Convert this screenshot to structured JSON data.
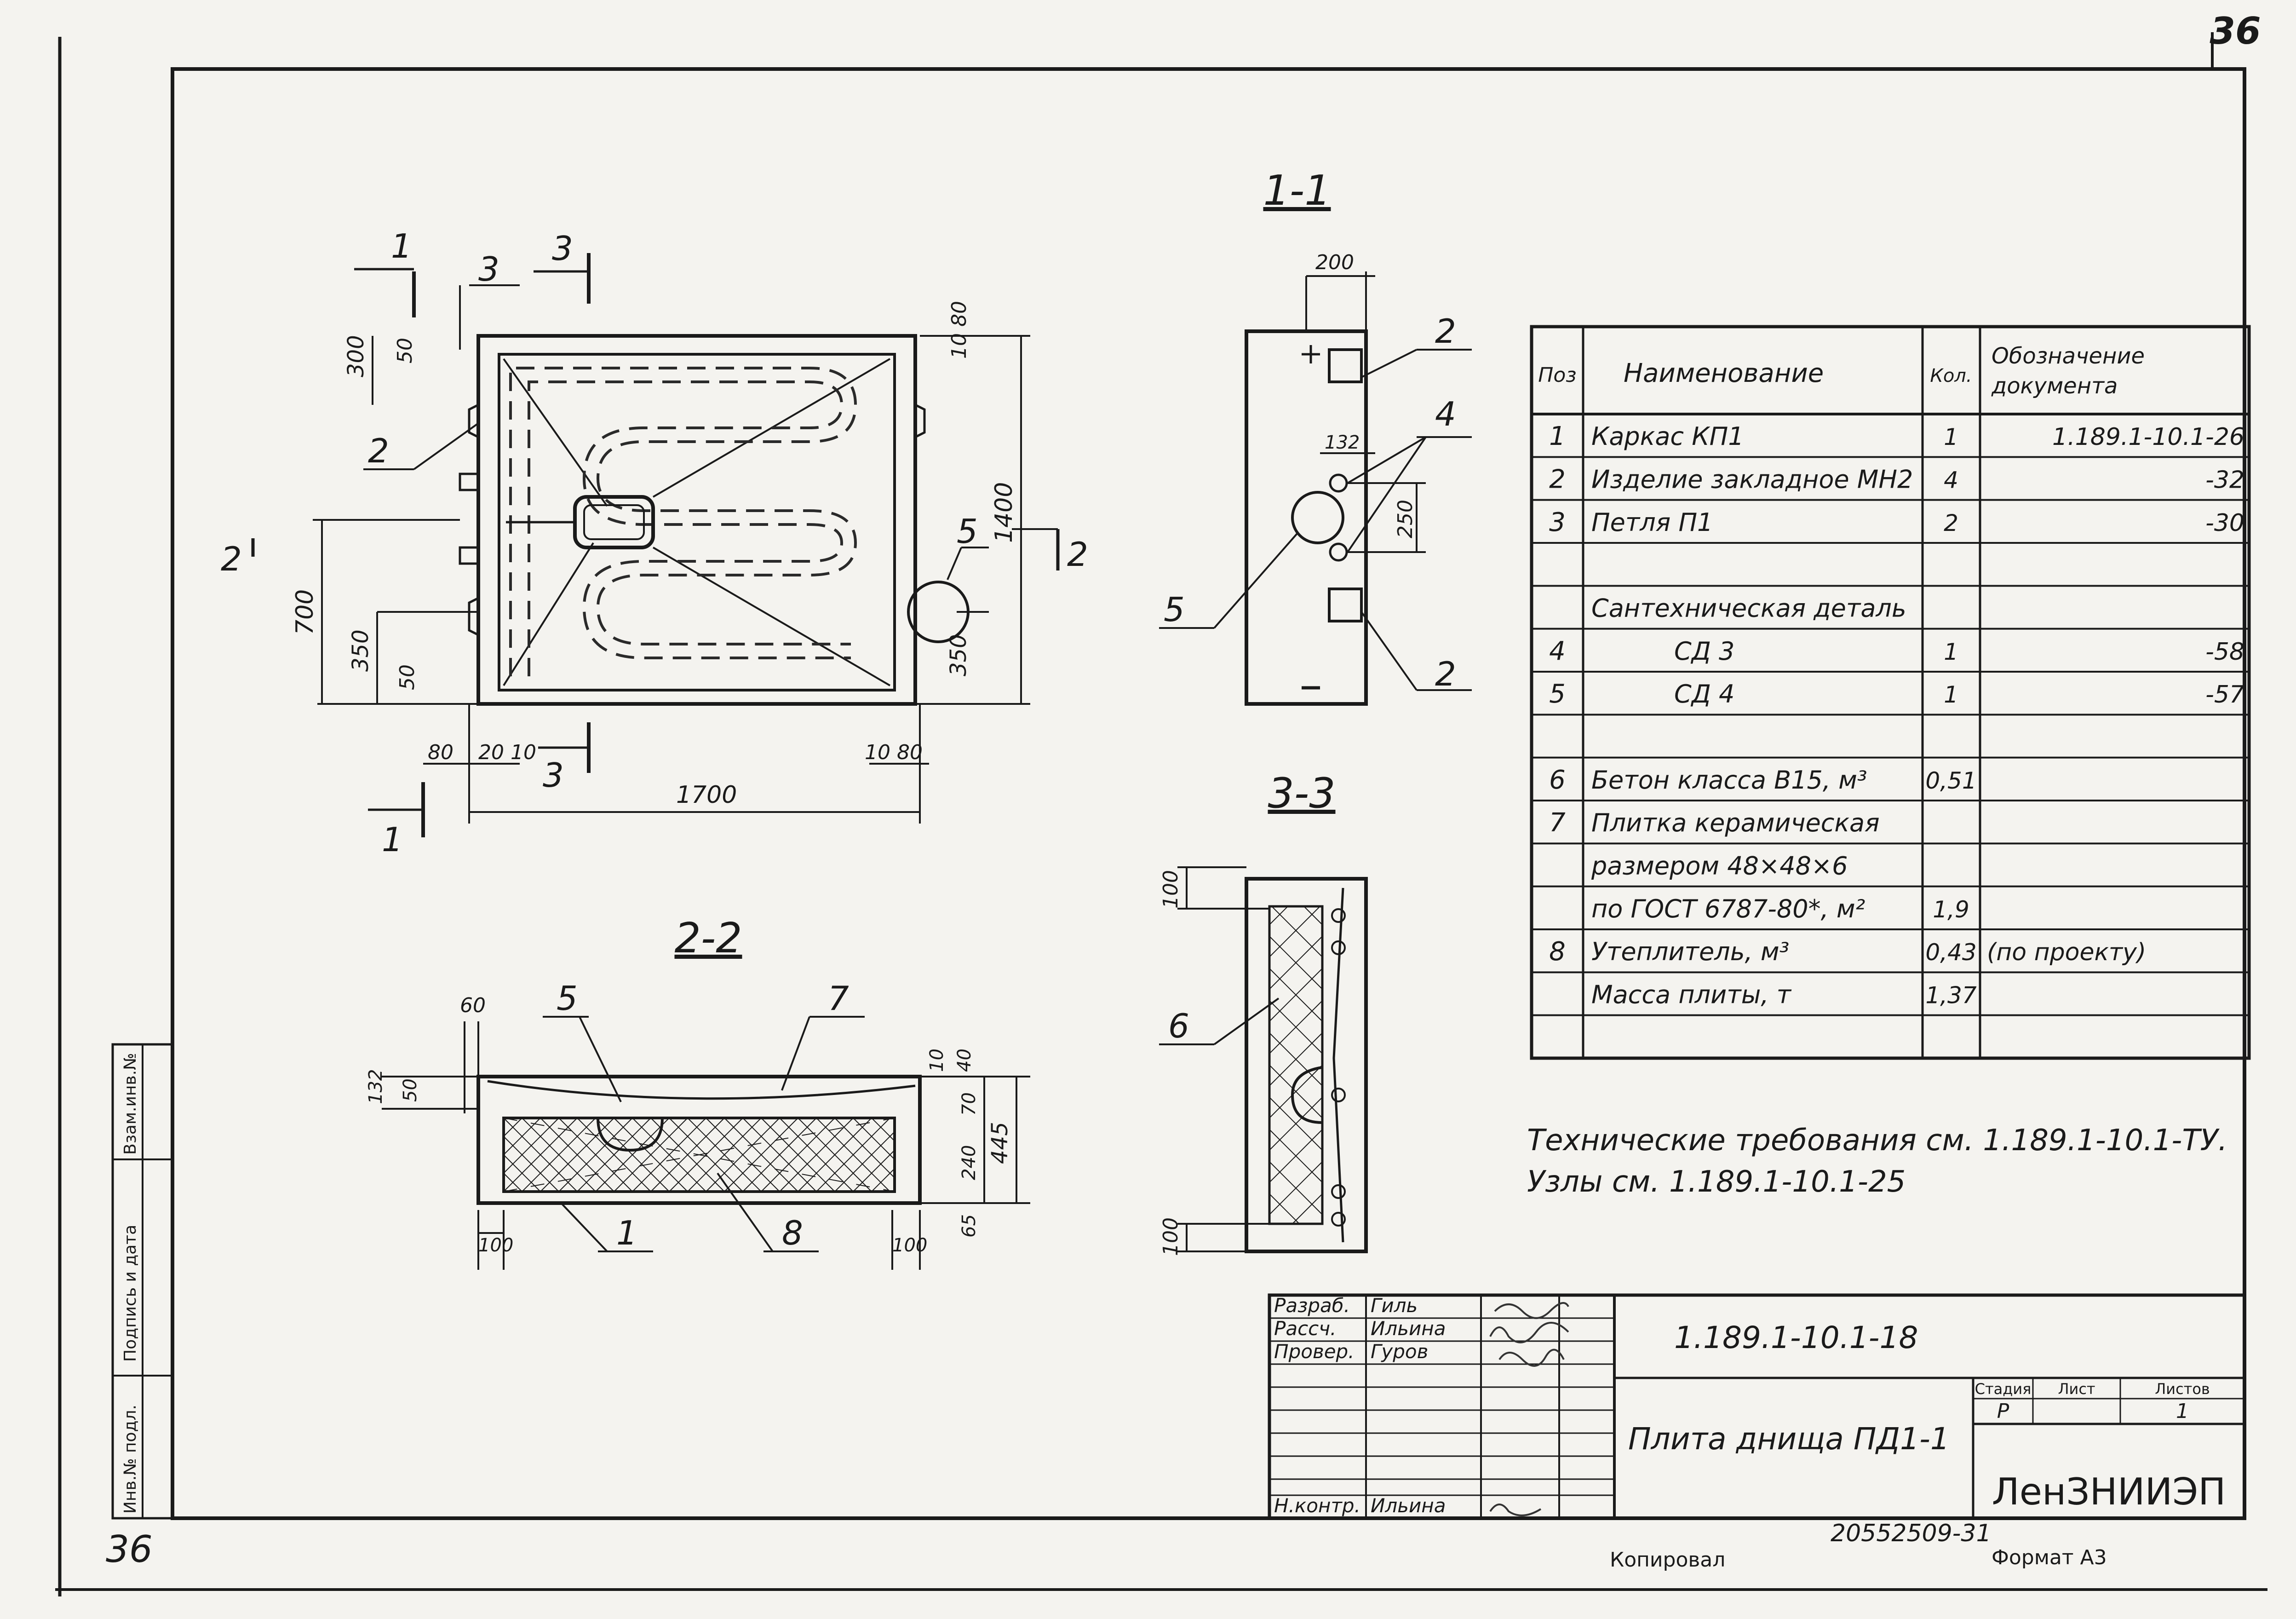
{
  "sheet_number": "36",
  "bottom_sheet_number": "36",
  "sections": {
    "s11": "1-1",
    "s22": "2-2",
    "s33": "3-3"
  },
  "plan": {
    "cut1_top": "1",
    "cut1_bottom": "1",
    "cut3_top": "3",
    "cut3_bottom": "3",
    "cut2_left": "2",
    "cut2_right": "2",
    "leader_3": "3",
    "leader_2": "2",
    "leader_5": "5",
    "dims": {
      "d300": "300",
      "d50_top": "50",
      "d80_top": "80",
      "d10_right": "10",
      "d1400": "1400",
      "d700": "700",
      "d350_left": "350",
      "d50_bottom": "50",
      "d350_right": "350",
      "d80_bl": "80",
      "d20": "20",
      "d10_bl": "10",
      "d10_br": "10",
      "d80_br": "80",
      "d1700": "1700"
    }
  },
  "section11": {
    "d200": "200",
    "d132": "132",
    "d250": "250",
    "pos2_top": "2",
    "pos4": "4",
    "pos5": "5",
    "pos2_bottom": "2"
  },
  "section22": {
    "d60": "60",
    "d132": "132",
    "d50": "50",
    "d10": "10",
    "d40": "40",
    "d70": "70",
    "d240": "240",
    "d445": "445",
    "d65": "65",
    "d100_left": "100",
    "d100_right": "100",
    "pos5": "5",
    "pos7": "7",
    "pos1": "1",
    "pos8": "8"
  },
  "section33": {
    "d100_top": "100",
    "d100_bottom": "100",
    "pos6": "6"
  },
  "spec_table": {
    "headers": [
      "Поз",
      "Наименование",
      "Кол.",
      "Обозначение документа"
    ],
    "rows": [
      [
        "1",
        "Каркас КП1",
        "1",
        "1.189.1-10.1-26"
      ],
      [
        "2",
        "Изделие закладное МН2",
        "4",
        "-32"
      ],
      [
        "3",
        "Петля П1",
        "2",
        "-30"
      ],
      [
        "",
        "",
        "",
        ""
      ],
      [
        "",
        "Сантехническая деталь",
        "",
        ""
      ],
      [
        "4",
        "СД 3",
        "1",
        "-58"
      ],
      [
        "5",
        "СД 4",
        "1",
        "-57"
      ],
      [
        "",
        "",
        "",
        ""
      ],
      [
        "6",
        "Бетон класса В15, м³",
        "0,51",
        ""
      ],
      [
        "7",
        "Плитка керамическая",
        "",
        ""
      ],
      [
        "",
        "размером 48×48×6",
        "",
        ""
      ],
      [
        "",
        "по ГОСТ 6787-80*, м²",
        "1,9",
        ""
      ],
      [
        "8",
        "Утеплитель, м³",
        "0,43",
        "(по проекту)"
      ],
      [
        "",
        "Масса плиты, т",
        "1,37",
        ""
      ],
      [
        "",
        "",
        "",
        ""
      ]
    ]
  },
  "notes": {
    "line1": "Технические требования см. 1.189.1-10.1-ТУ.",
    "line2": "Узлы см. 1.189.1-10.1-25"
  },
  "side_stamp": {
    "inv": "Инв.№ подл.",
    "sign": "Подпись и дата",
    "vzam": "Взам.инв.№"
  },
  "title_block": {
    "razrab_label": "Разраб.",
    "razrab_name": "Гиль",
    "rassch_label": "Рассч.",
    "rassch_name": "Ильина",
    "prover_label": "Провер.",
    "prover_name": "Гуров",
    "nkontr_label": "Н.контр.",
    "nkontr_name": "Ильина",
    "doc_code": "1.189.1-10.1-18",
    "title": "Плита днища ПД1-1",
    "stage_label": "Стадия",
    "sheet_label": "Лист",
    "sheets_label": "Листов",
    "stage_value": "Р",
    "sheets_value": "1",
    "org": "ЛенЗНИИЭП"
  },
  "footer": {
    "copied": "Копировал",
    "format": "Формат А3",
    "stamp": "20552509-31"
  }
}
